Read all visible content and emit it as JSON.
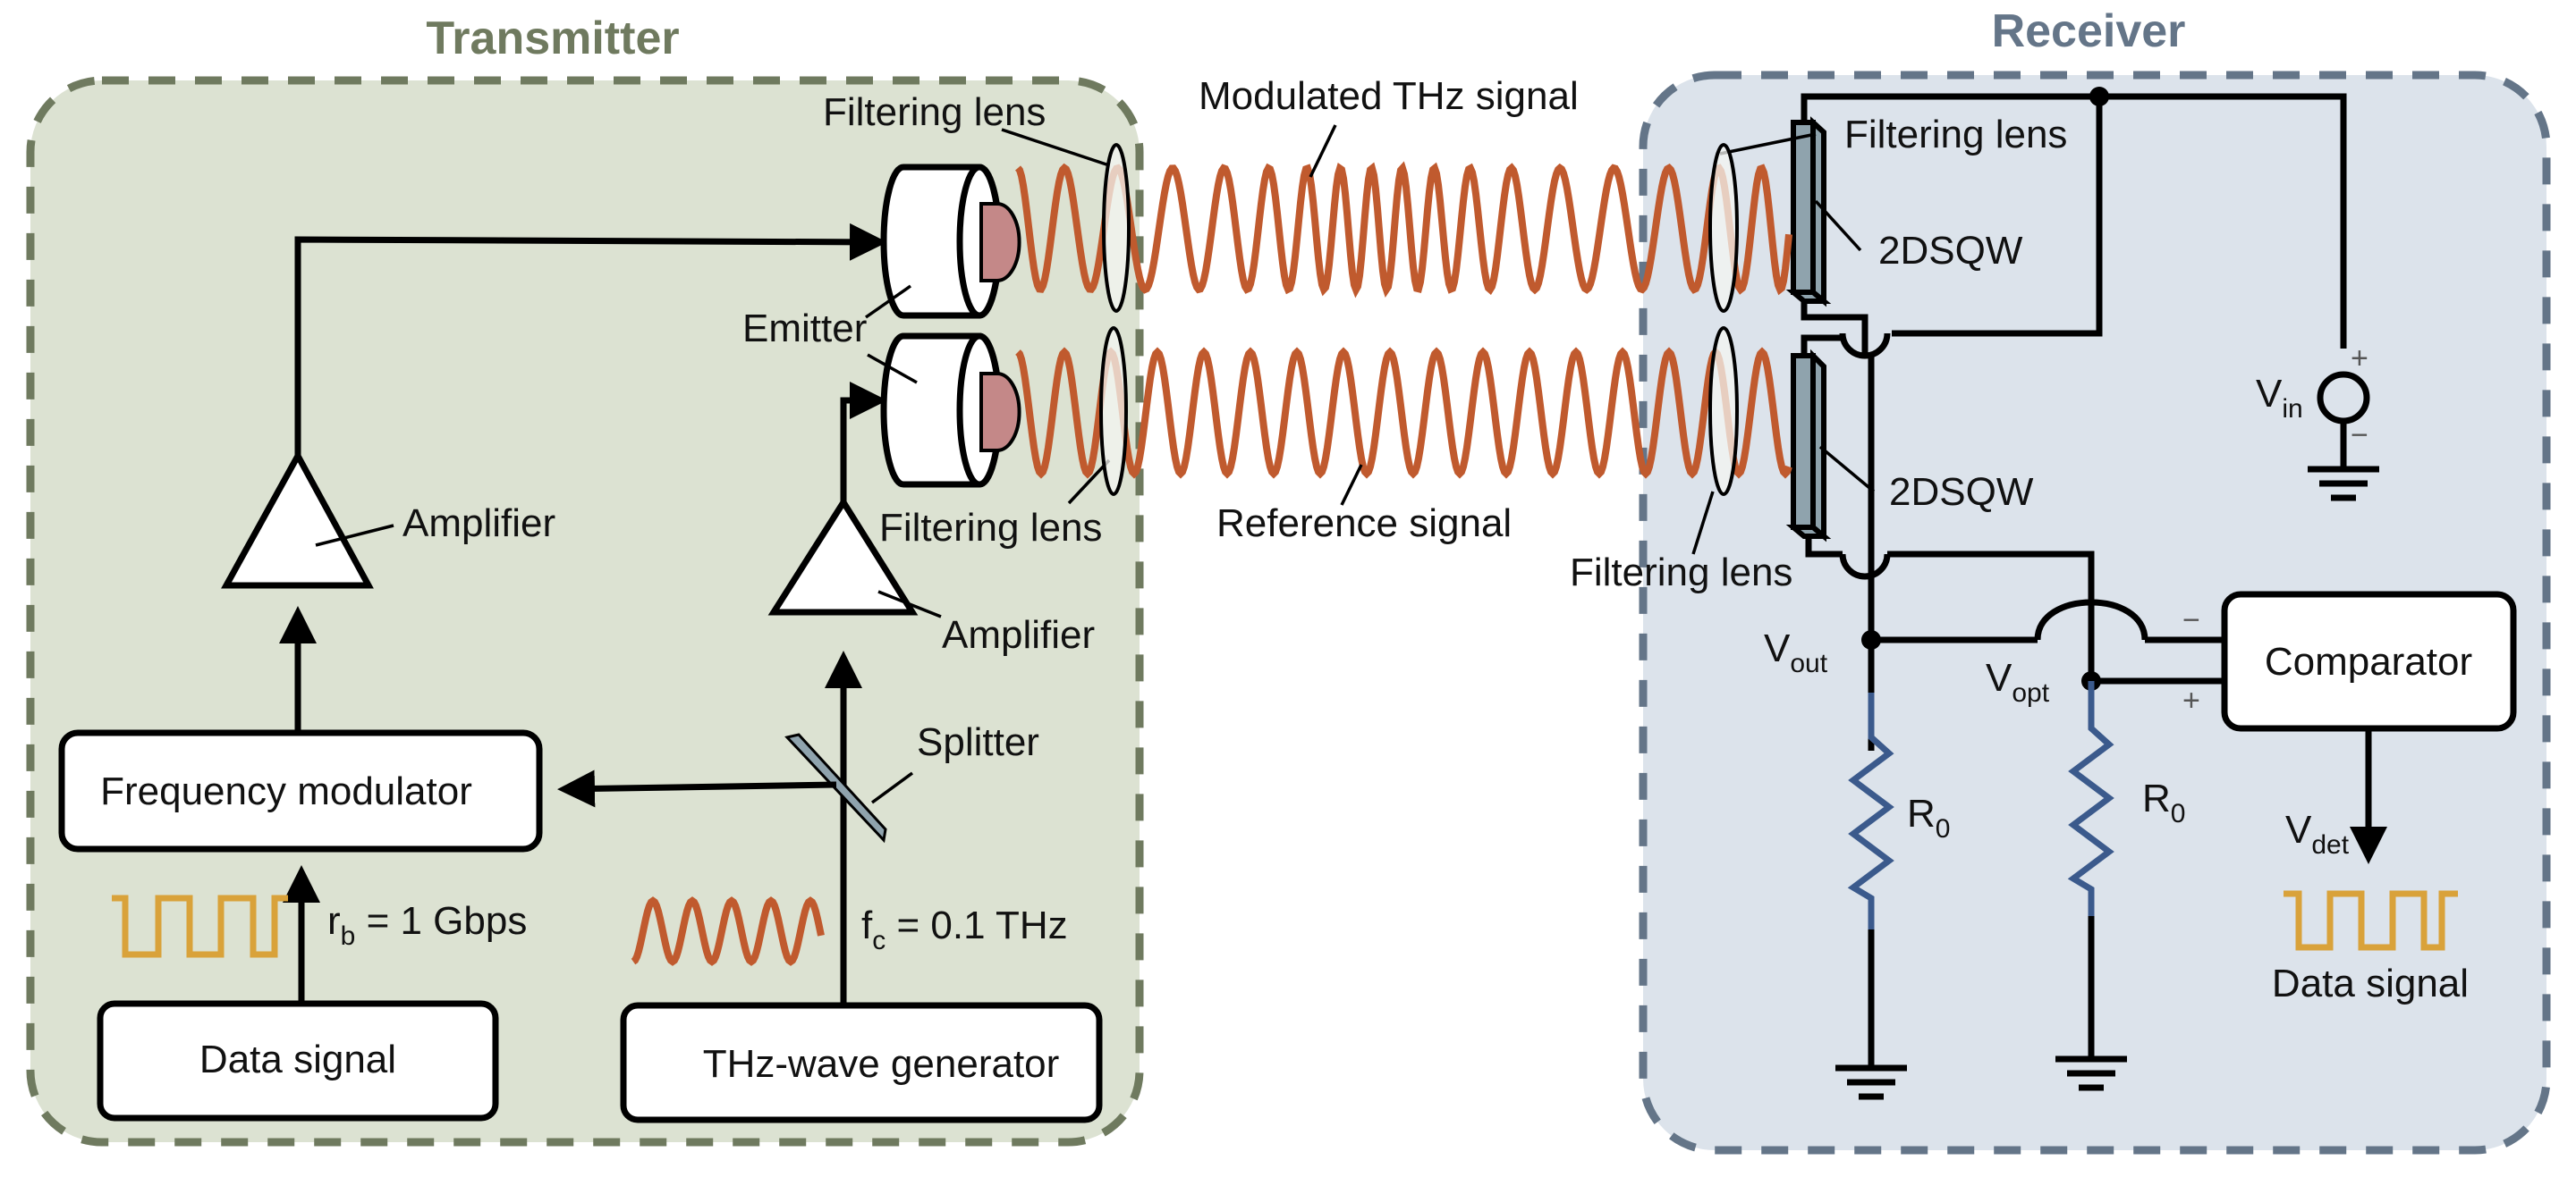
{
  "titles": {
    "transmitter": "Transmitter",
    "receiver": "Receiver"
  },
  "colors": {
    "transmitter_bg": "#dce2d2",
    "transmitter_border": "#6f7a5f",
    "receiver_bg": "#dce3eb",
    "receiver_border": "#647588",
    "thz_wave": "#c05a2e",
    "data_wave": "#d9a23a",
    "resistor": "#3b5a8c",
    "emitter_tip": "#c48888",
    "dsqw": "#8fa3ad"
  },
  "transmitter": {
    "blocks": {
      "frequency_modulator": "Frequency modulator",
      "data_signal": "Data signal",
      "thz_generator": "THz-wave generator"
    },
    "labels": {
      "amplifier_1": "Amplifier",
      "amplifier_2": "Amplifier",
      "emitter": "Emitter",
      "filtering_lens_top": "Filtering lens",
      "filtering_lens_bottom": "Filtering lens",
      "splitter": "Splitter"
    },
    "bit_rate": {
      "symbol": "r",
      "subscript": "b",
      "value": " = 1 Gbps"
    },
    "carrier": {
      "symbol": "f",
      "subscript": "c",
      "value": " = 0.1 THz"
    }
  },
  "channel": {
    "modulated": "Modulated THz signal",
    "reference": "Reference signal"
  },
  "receiver": {
    "labels": {
      "filtering_lens_top": "Filtering lens",
      "filtering_lens_bottom": "Filtering lens",
      "dsqw_top": "2DSQW",
      "dsqw_bottom": "2DSQW",
      "comparator": "Comparator",
      "data_signal": "Data signal",
      "plus": "+",
      "minus": "−"
    },
    "vin": {
      "symbol": "V",
      "subscript": "in"
    },
    "vout": {
      "symbol": "V",
      "subscript": "out"
    },
    "vopt": {
      "symbol": "V",
      "subscript": "opt"
    },
    "vdet": {
      "symbol": "V",
      "subscript": "det"
    },
    "r0_left": {
      "symbol": "R",
      "subscript": "0"
    },
    "r0_right": {
      "symbol": "R",
      "subscript": "0"
    }
  }
}
